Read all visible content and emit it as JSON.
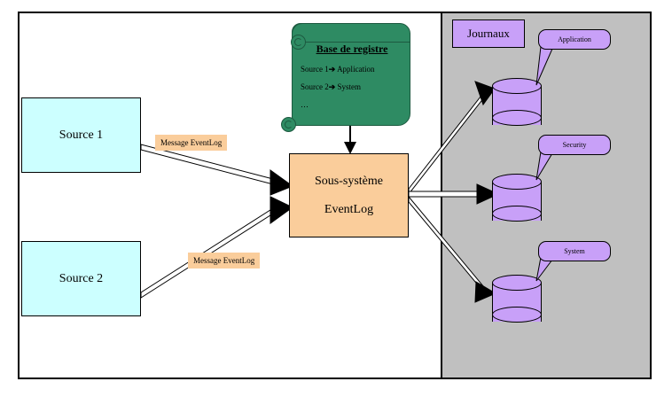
{
  "diagram": {
    "title": "EventLog subsystem architecture diagram",
    "colors": {
      "source_fill": "#CCFFFF",
      "subsystem_fill": "#FACD9B",
      "registry_fill": "#2E8B63",
      "journal_panel_fill": "#C0C0C0",
      "cylinder_fill": "#C8A0F8",
      "message_label_fill": "#FACD9B",
      "outline": "#000000"
    }
  },
  "sources": [
    {
      "label": "Source 1"
    },
    {
      "label": "Source 2"
    }
  ],
  "messages": [
    {
      "label": "Message EventLog"
    },
    {
      "label": "Message EventLog"
    }
  ],
  "subsystem": {
    "line1": "Sous-système",
    "line2": "EventLog"
  },
  "registry": {
    "title": "Base de registre",
    "entries": [
      {
        "source": "Source 1",
        "arrow": "➔",
        "target": "Application"
      },
      {
        "source": "Source 2",
        "arrow": "➔",
        "target": "System"
      }
    ],
    "ellipsis": "…"
  },
  "journals": {
    "panel_label": "Journaux",
    "logs": [
      {
        "name": "Application",
        "icon": "database-cylinder-icon"
      },
      {
        "name": "Security",
        "icon": "database-cylinder-icon"
      },
      {
        "name": "System",
        "icon": "database-cylinder-icon"
      }
    ]
  }
}
